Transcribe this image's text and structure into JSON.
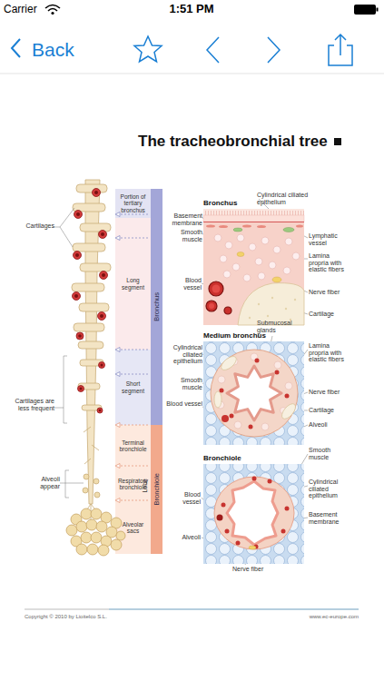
{
  "diagram": {
    "title": "The tracheobronchial tree",
    "nodes": [
      {
        "text": [
          "Portion of tertiary bronchus"
        ]
      },
      {
        "text": [
          "Long segment"
        ]
      },
      {
        "text": [
          "Short segment"
        ]
      },
      {
        "text": [
          "Terminal bronchiole"
        ]
      },
      {
        "text": [
          "Respiratory bronchiole"
        ]
      },
      {
        "text": [
          "Alveolar sacs"
        ]
      },
      {
        "text": [
          "Bronchus"
        ]
      },
      {
        "text": [
          "Bronchiole"
        ]
      },
      {
        "text": [
          "Bronchus"
        ]
      },
      {
        "text": [
          "Medium bronchus"
        ]
      },
      {
        "text": [
          "Bronchiole"
        ]
      }
    ],
    "labels": [
      "Carrier",
      "1:51 PM",
      "Back",
      "Cartilages",
      "Cartilages are less frequent",
      "Alveoli appear",
      "Lobe",
      "Cylindrical ciliated epithelium",
      "Basement membrane",
      "Smooth muscle",
      "Lymphatic vessel",
      "Lamina propria with elastic fibers",
      "Nerve fiber",
      "Blood vessel",
      "Cartilage",
      "Submucosal glands",
      "Cylindrical ciliated epithelium",
      "Lamina propria with elastic fibers",
      "Smooth muscle",
      "Nerve fiber",
      "Blood vessel",
      "Cartilage",
      "Alveoli",
      "Smooth muscle",
      "Cylindrical ciliated epithelium",
      "Blood vessel",
      "Basement membrane",
      "Alveoli",
      "Nerve fiber",
      "Copyright © 2010 by Lioitelco S.L.",
      "www.ec-europe.com"
    ]
  }
}
